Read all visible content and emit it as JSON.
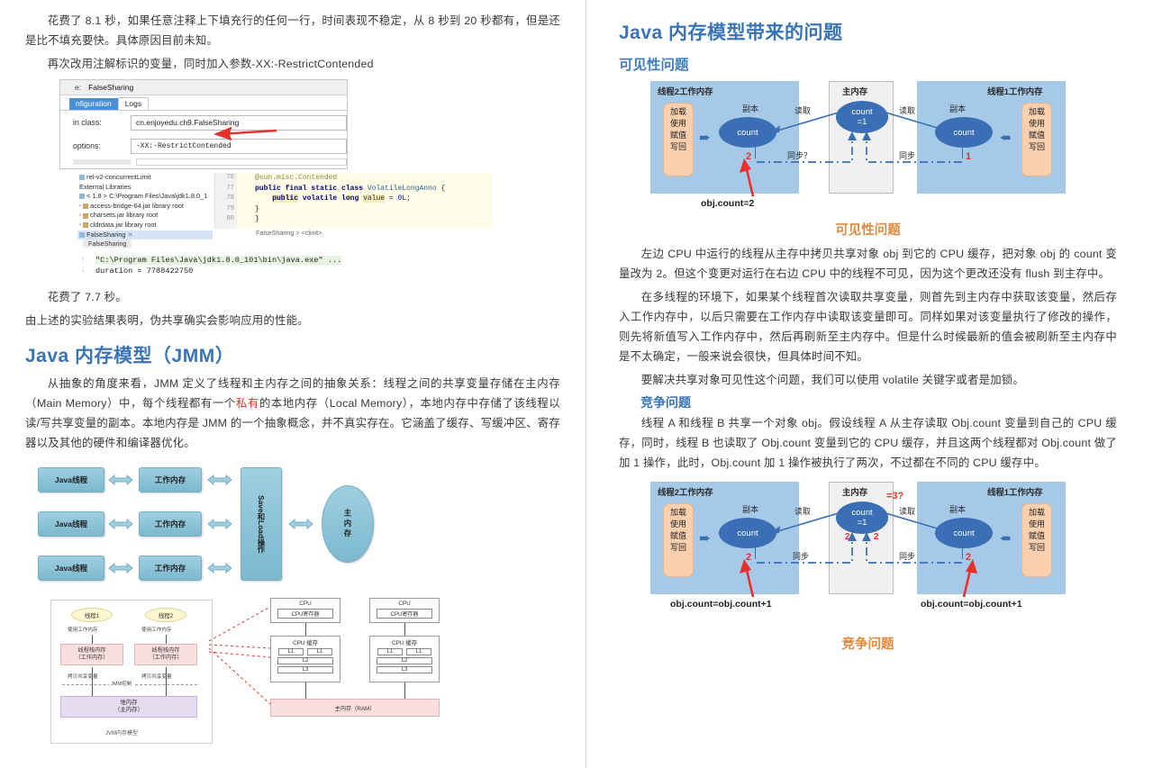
{
  "left": {
    "para1": "花费了 8.1 秒，如果任意注释上下填充行的任何一行，时间表现不稳定，从 8 秒到 20 秒都有，但是还是比不填充要快。具体原因目前未知。",
    "para2": "再次改用注解标识的变量，同时加入参数-XX:-RestrictContended",
    "ide": {
      "name_label": "e:",
      "name_value": "FalseSharing",
      "tab_configuration": "nfiguration",
      "tab_logs": "Logs",
      "main_class_label": "in class:",
      "main_class_value": "cn.enjoyedu.ch9.FalseSharing",
      "vm_options_label": "options:",
      "vm_options_value": "-XX:-RestrictContended"
    },
    "code": {
      "project_items": [
        "rel-v2-concurrentLimit",
        "External Libraries",
        "< 1.8 >  C:\\Program Files\\Java\\jdk1.8.0_1",
        "access-bridge-64.jar  library root",
        "charsets.jar  library root",
        "cldrdata.jar  library root",
        "FalseSharing"
      ],
      "line_numbers": [
        "76",
        "77",
        "78",
        "79",
        "80"
      ],
      "lines": [
        "@sun.misc.Contended",
        "public final static class VolatileLongAnno {",
        "    public volatile long value = 0L;",
        "}",
        "}"
      ],
      "breadcrumb": "FalseSharing  >  <clinit>",
      "run_tab": "FalseSharing"
    },
    "console": {
      "line1": "\"C:\\Program Files\\Java\\jdk1.8.0_101\\bin\\java.exe\" ...",
      "line2": "duration = 7788422750"
    },
    "para3": "花费了 7.7 秒。",
    "para4": "由上述的实验结果表明，伪共享确实会影响应用的性能。",
    "heading_jmm": "Java 内存模型（JMM）",
    "para5_a": "从抽象的角度来看，JMM 定义了线程和主内存之间的抽象关系：线程之间的共享变量存储在主内存（Main Memory）中，每个线程都有一个",
    "para5_red": "私有",
    "para5_b": "的本地内存（Local Memory），本地内存中存储了该线程以读/写共享变量的副本。本地内存是 JMM 的一个抽象概念，并不真实存在。它涵盖了缓存、写缓冲区、寄存器以及其他的硬件和编译器优化。",
    "diagram_jmm": {
      "threads": [
        "Java线程",
        "Java线程",
        "Java线程"
      ],
      "work_memory": [
        "工作内存",
        "工作内存",
        "工作内存"
      ],
      "save_load": "Save和Load操作",
      "main_memory": "主内存"
    },
    "diagram_jvm": {
      "caption": "JVM内存模型",
      "thread1": "线程1",
      "thread2": "线程2",
      "use_wm_1": "使用工作内存",
      "use_wm_2": "使用工作内存",
      "stack1": "线程栈内存\n（工作内存）",
      "stack1_l1": "线程栈内存",
      "stack1_l2": "（工作内存）",
      "copy1": "拷贝共享变量",
      "copy2": "拷贝共享变量",
      "jmm_ctrl": "JMM控制",
      "heap_l1": "堆内存",
      "heap_l2": "（主内存）"
    },
    "diagram_cpu": {
      "cpu": "CPU",
      "registers": "CPU寄存器",
      "cache": "CPU 缓存",
      "l1": "L1",
      "l2": "L2",
      "l3": "L3",
      "ram": "主内存（RAM）"
    }
  },
  "right": {
    "heading": "Java 内存模型带来的问题",
    "sub_visibility": "可见性问题",
    "diagram1": {
      "wm2_title": "线程2工作内存",
      "wm1_title": "线程1工作内存",
      "mm_title": "主内存",
      "op_text_lines": [
        "加载",
        "使用",
        "赋值",
        "写回"
      ],
      "copy_label": "副本",
      "cell_label": "count",
      "main_cell_l1": "count",
      "main_cell_l2": "=1",
      "read_label": "读取",
      "sync_label_q": "同步？",
      "sync_label": "同步",
      "red_left": "2",
      "red_right": "1",
      "caption_bottom": "obj.count=2"
    },
    "caption1": "可见性问题",
    "para1": "左边 CPU 中运行的线程从主存中拷贝共享对象 obj 到它的 CPU 缓存，把对象 obj 的 count 变量改为 2。但这个变更对运行在右边 CPU 中的线程不可见，因为这个更改还没有 flush 到主存中。",
    "para2": "在多线程的环境下，如果某个线程首次读取共享变量，则首先到主内存中获取该变量，然后存入工作内存中，以后只需要在工作内存中读取该变量即可。同样如果对该变量执行了修改的操作，则先将新值写入工作内存中，然后再刷新至主内存中。但是什么时候最新的值会被刷新至主内存中是不太确定，一般来说会很快，但具体时间不知。",
    "para3": "要解决共享对象可见性这个问题，我们可以使用 volatile 关键字或者是加锁。",
    "sub_race": "竞争问题",
    "para4": "线程 A 和线程 B 共享一个对象 obj。假设线程 A 从主存读取 Obj.count 变量到自己的 CPU 缓存，同时，线程 B 也读取了 Obj.count 变量到它的 CPU 缓存，并且这两个线程都对 Obj.count 做了加 1 操作，此时，Obj.count 加 1 操作被执行了两次，不过都在不同的 CPU 缓存中。",
    "diagram2": {
      "wm2_title": "线程2工作内存",
      "wm1_title": "线程1工作内存",
      "mm_title": "主内存",
      "op_text_lines": [
        "加载",
        "使用",
        "赋值",
        "写回"
      ],
      "copy_label": "副本",
      "cell_label": "count",
      "main_cell_l1": "count",
      "main_cell_l2": "=1",
      "read_label": "读取",
      "sync_label": "同步",
      "red_left": "2",
      "red_right": "2",
      "red_mid_left": "2",
      "red_mid_right": "2",
      "red_question": "=3?",
      "caption_left": "obj.count=obj.count+1",
      "caption_right": "obj.count=obj.count+1"
    },
    "caption2": "竞争问题"
  },
  "colors": {
    "heading_blue": "#3a74b8",
    "caption_orange": "#e08a40",
    "accent_red": "#e8302a",
    "diagram_blue_bg": "#a7c9e8",
    "diagram_cell": "#3a6fb5",
    "diagram_orange": "#f9cfae"
  }
}
